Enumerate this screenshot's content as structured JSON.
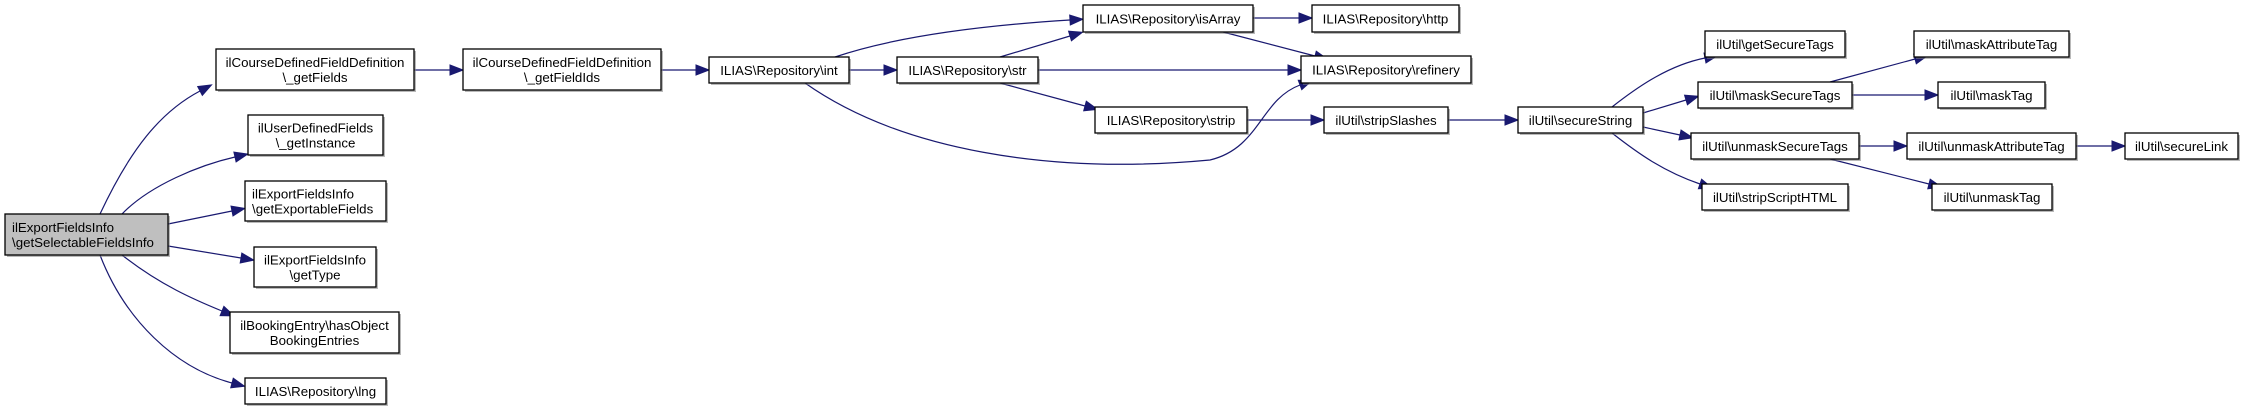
{
  "graph": {
    "title": "Call graph of ilExportFieldsInfo\\getSelectableFieldsInfo",
    "colors": {
      "edge": "#191970",
      "root_fill": "#bfbfbf",
      "node_fill": "#ffffff",
      "node_border": "#000000"
    },
    "nodes": [
      {
        "id": "root",
        "lines": [
          "ilExportFieldsInfo",
          "\\getSelectableFieldsInfo"
        ],
        "root": true,
        "align": "left"
      },
      {
        "id": "getFields",
        "lines": [
          "ilCourseDefinedFieldDefinition",
          "\\_getFields"
        ]
      },
      {
        "id": "getFieldIds",
        "lines": [
          "ilCourseDefinedFieldDefinition",
          "\\_getFieldIds"
        ]
      },
      {
        "id": "getInstance",
        "lines": [
          "ilUserDefinedFields",
          "\\_getInstance"
        ]
      },
      {
        "id": "getExportableFields",
        "lines": [
          "ilExportFieldsInfo",
          "\\getExportableFields"
        ],
        "align": "left"
      },
      {
        "id": "getType",
        "lines": [
          "ilExportFieldsInfo",
          "\\getType"
        ]
      },
      {
        "id": "hasObjectBookingEntries",
        "lines": [
          "ilBookingEntry\\hasObject",
          "BookingEntries"
        ]
      },
      {
        "id": "lng",
        "lines": [
          "ILIAS\\Repository\\lng"
        ]
      },
      {
        "id": "int",
        "lines": [
          "ILIAS\\Repository\\int"
        ]
      },
      {
        "id": "str",
        "lines": [
          "ILIAS\\Repository\\str"
        ]
      },
      {
        "id": "isArray",
        "lines": [
          "ILIAS\\Repository\\isArray"
        ]
      },
      {
        "id": "http",
        "lines": [
          "ILIAS\\Repository\\http"
        ]
      },
      {
        "id": "refinery",
        "lines": [
          "ILIAS\\Repository\\refinery"
        ]
      },
      {
        "id": "strip",
        "lines": [
          "ILIAS\\Repository\\strip"
        ]
      },
      {
        "id": "stripSlashes",
        "lines": [
          "ilUtil\\stripSlashes"
        ]
      },
      {
        "id": "secureString",
        "lines": [
          "ilUtil\\secureString"
        ]
      },
      {
        "id": "getSecureTags",
        "lines": [
          "ilUtil\\getSecureTags"
        ]
      },
      {
        "id": "maskSecureTags",
        "lines": [
          "ilUtil\\maskSecureTags"
        ]
      },
      {
        "id": "unmaskSecureTags",
        "lines": [
          "ilUtil\\unmaskSecureTags"
        ]
      },
      {
        "id": "stripScriptHTML",
        "lines": [
          "ilUtil\\stripScriptHTML"
        ]
      },
      {
        "id": "maskAttributeTag",
        "lines": [
          "ilUtil\\maskAttributeTag"
        ]
      },
      {
        "id": "maskTag",
        "lines": [
          "ilUtil\\maskTag"
        ]
      },
      {
        "id": "unmaskAttributeTag",
        "lines": [
          "ilUtil\\unmaskAttributeTag"
        ]
      },
      {
        "id": "unmaskTag",
        "lines": [
          "ilUtil\\unmaskTag"
        ]
      },
      {
        "id": "secureLink",
        "lines": [
          "ilUtil\\secureLink"
        ]
      }
    ],
    "edges": [
      {
        "from": "root",
        "to": "getFields"
      },
      {
        "from": "root",
        "to": "getInstance"
      },
      {
        "from": "root",
        "to": "getExportableFields"
      },
      {
        "from": "root",
        "to": "getType"
      },
      {
        "from": "root",
        "to": "hasObjectBookingEntries"
      },
      {
        "from": "root",
        "to": "lng"
      },
      {
        "from": "getFields",
        "to": "getFieldIds"
      },
      {
        "from": "getFieldIds",
        "to": "int"
      },
      {
        "from": "int",
        "to": "str"
      },
      {
        "from": "int",
        "to": "isArray"
      },
      {
        "from": "int",
        "to": "refinery"
      },
      {
        "from": "str",
        "to": "isArray"
      },
      {
        "from": "str",
        "to": "refinery"
      },
      {
        "from": "str",
        "to": "strip"
      },
      {
        "from": "isArray",
        "to": "http"
      },
      {
        "from": "isArray",
        "to": "refinery"
      },
      {
        "from": "strip",
        "to": "stripSlashes"
      },
      {
        "from": "stripSlashes",
        "to": "secureString"
      },
      {
        "from": "secureString",
        "to": "getSecureTags"
      },
      {
        "from": "secureString",
        "to": "maskSecureTags"
      },
      {
        "from": "secureString",
        "to": "unmaskSecureTags"
      },
      {
        "from": "secureString",
        "to": "stripScriptHTML"
      },
      {
        "from": "maskSecureTags",
        "to": "maskAttributeTag"
      },
      {
        "from": "maskSecureTags",
        "to": "maskTag"
      },
      {
        "from": "unmaskSecureTags",
        "to": "unmaskAttributeTag"
      },
      {
        "from": "unmaskSecureTags",
        "to": "unmaskTag"
      },
      {
        "from": "unmaskAttributeTag",
        "to": "secureLink"
      }
    ]
  }
}
